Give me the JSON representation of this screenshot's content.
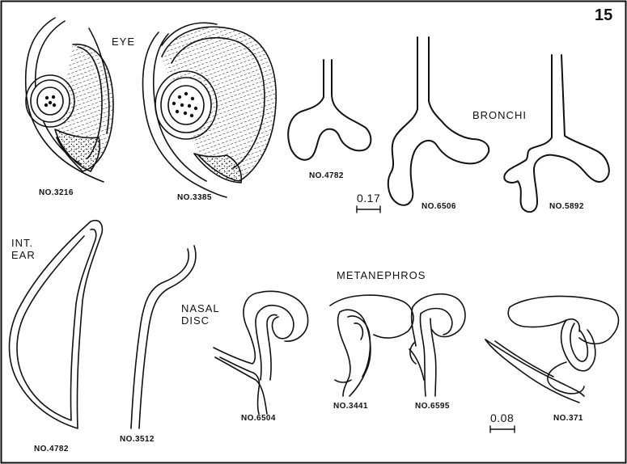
{
  "plate_number": "15",
  "labels": {
    "eye": "EYE",
    "bronchi": "BRONCHI",
    "int_ear_line1": "INT.",
    "int_ear_line2": "EAR",
    "nasal_line1": "NASAL",
    "nasal_line2": "DISC",
    "metanephros": "METANEPHROS"
  },
  "captions": {
    "eye_1": "NO.3216",
    "eye_2": "NO.3385",
    "bronchi_1": "NO.4782",
    "bronchi_2": "NO.6506",
    "bronchi_3": "NO.5892",
    "ear": "NO.4782",
    "nasal": "NO.3512",
    "meta_1": "NO.6504",
    "meta_2": "NO.3441",
    "meta_3": "NO.6595",
    "meta_4": "NO.371"
  },
  "scale_bars": {
    "upper": "0.17",
    "lower": "0.08"
  }
}
